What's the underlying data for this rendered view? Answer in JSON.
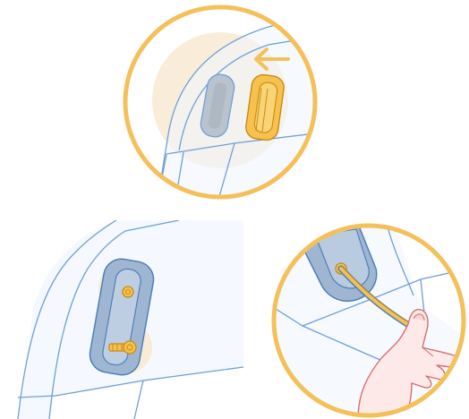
{
  "figure": {
    "kind": "assembly-instruction",
    "panels": [
      {
        "id": "panel-top",
        "shows": [
          "slot-opening",
          "clip-part",
          "arrow-left-icon"
        ]
      },
      {
        "id": "panel-bottom-left",
        "shows": [
          "mounted-bracket",
          "upper-screw",
          "lower-screw"
        ]
      },
      {
        "id": "panel-bottom-right",
        "shows": [
          "bracket-closeup",
          "cable-strand",
          "hand"
        ]
      }
    ]
  },
  "colors": {
    "highlight_ring": "#f4c05a",
    "arrow": "#f4c05a",
    "clip_fill": "#f6c24d",
    "clip_stroke": "#c98a12",
    "bracket_fill": "#9fb6d3",
    "bracket_stroke": "#4f7fb8",
    "outline": "#6f9fd8",
    "surface_fill": "#eef5ff",
    "glow": "#f8ead2",
    "skin_fill": "#fde9e7",
    "skin_stroke": "#d46f6f"
  }
}
